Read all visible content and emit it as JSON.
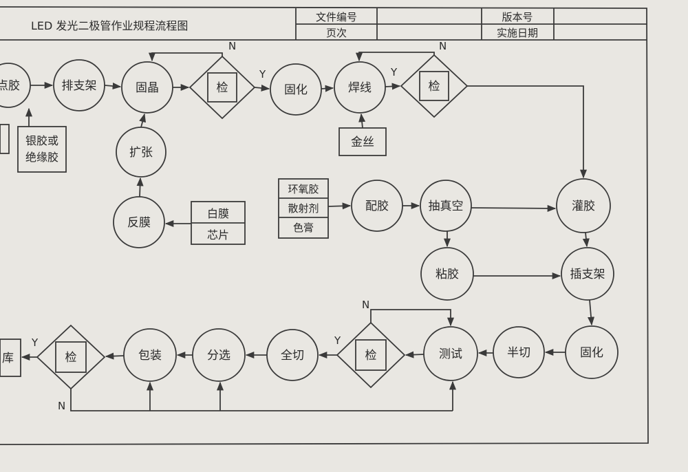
{
  "header": {
    "title": "LED 发光二极管作业规程流程图",
    "doc_no_label": "文件编号",
    "version_label": "版本号",
    "page_label": "页次",
    "date_label": "实施日期"
  },
  "nodes": {
    "dianjiao": "点胶",
    "paizhijia": "排支架",
    "gujing": "固晶",
    "jian1": "检",
    "guhua1": "固化",
    "hanxian": "焊线",
    "jian2": "检",
    "kuozhang": "扩张",
    "fanmo": "反膜",
    "peijiao": "配胶",
    "chouzhenkong": "抽真空",
    "guanjiao": "灌胶",
    "zhanjiao": "粘胶",
    "chazhijia": "插支架",
    "guhua2": "固化",
    "banqie": "半切",
    "ceshi": "测试",
    "jian3": "检",
    "quanqie": "全切",
    "fenxuan": "分选",
    "baozhuang": "包装",
    "jian4": "检",
    "ruku": "库"
  },
  "materials": {
    "yinjiao_1": "银胶或",
    "yinjiao_2": "绝缘胶",
    "jinsi": "金丝",
    "baimo": "白膜",
    "xinpian": "芯片",
    "huanyang": "环氧胶",
    "sanshe": "散射剂",
    "segao": "色膏"
  },
  "labels": {
    "yes": "Y",
    "no": "N"
  }
}
